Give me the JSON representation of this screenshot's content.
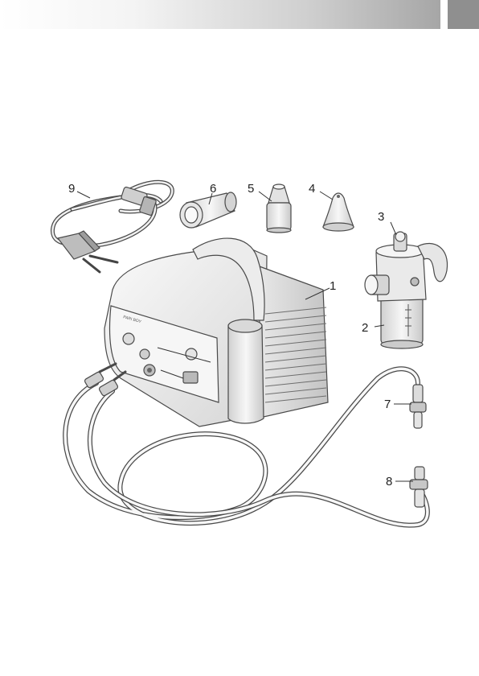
{
  "header": {
    "accent": "#8f8f8f",
    "bar_gradient_end": "#a6a6a6"
  },
  "diagram": {
    "callouts": [
      "1",
      "2",
      "3",
      "4",
      "5",
      "6",
      "7",
      "8",
      "9"
    ],
    "brand_mark": "PARI BOY",
    "colors": {
      "line": "#4a4a4a",
      "fill_light": "#f3f3f3",
      "fill_mid": "#dcdcdc",
      "fill_dark": "#bdbdbd"
    }
  }
}
